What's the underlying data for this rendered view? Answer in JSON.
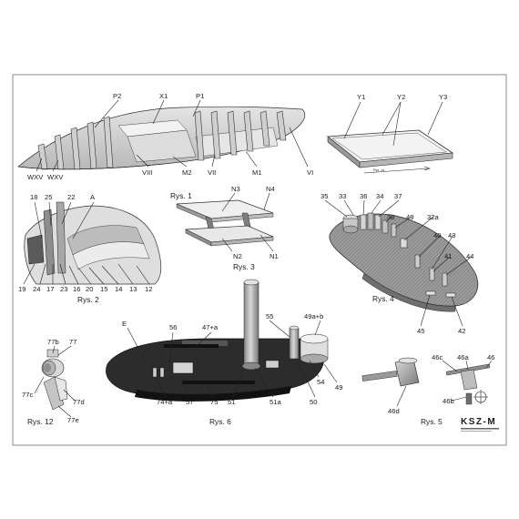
{
  "figures": {
    "rys1": {
      "caption": "Rys. 1",
      "labels": [
        "P2",
        "X1",
        "P1",
        "WXV",
        "WXV",
        "VIII",
        "M2",
        "VII",
        "M1",
        "VI"
      ]
    },
    "rys1b": {
      "labels": [
        "Y1",
        "Y2",
        "Y3"
      ],
      "note": "Rys. 1a"
    },
    "rys2": {
      "caption": "Rys. 2",
      "labels": [
        "18",
        "25",
        "22",
        "A",
        "19",
        "24",
        "17",
        "23",
        "16",
        "20",
        "15",
        "14",
        "13",
        "12"
      ]
    },
    "rys3": {
      "caption": "Rys. 3",
      "labels": [
        "N3",
        "N4",
        "N2",
        "N1"
      ]
    },
    "rys4": {
      "caption": "Rys. 4",
      "labels": [
        "35",
        "33",
        "36",
        "34",
        "37",
        "38",
        "49",
        "32a",
        "40",
        "43",
        "41",
        "44",
        "45",
        "42"
      ]
    },
    "rys6": {
      "caption": "Rys. 6",
      "labels": [
        "E",
        "56",
        "47+a",
        "55",
        "49a+b",
        "54",
        "49",
        "74+a",
        "57",
        "75",
        "51",
        "51a",
        "50"
      ]
    },
    "rys5": {
      "caption": "Rys. 5",
      "labels": [
        "46c",
        "46a",
        "46",
        "46b",
        "46d"
      ]
    },
    "rys12": {
      "caption": "Rys. 12",
      "labels": [
        "77b",
        "77",
        "77c",
        "77d",
        "77e"
      ]
    }
  },
  "logo": {
    "text": "KSZ-M"
  }
}
